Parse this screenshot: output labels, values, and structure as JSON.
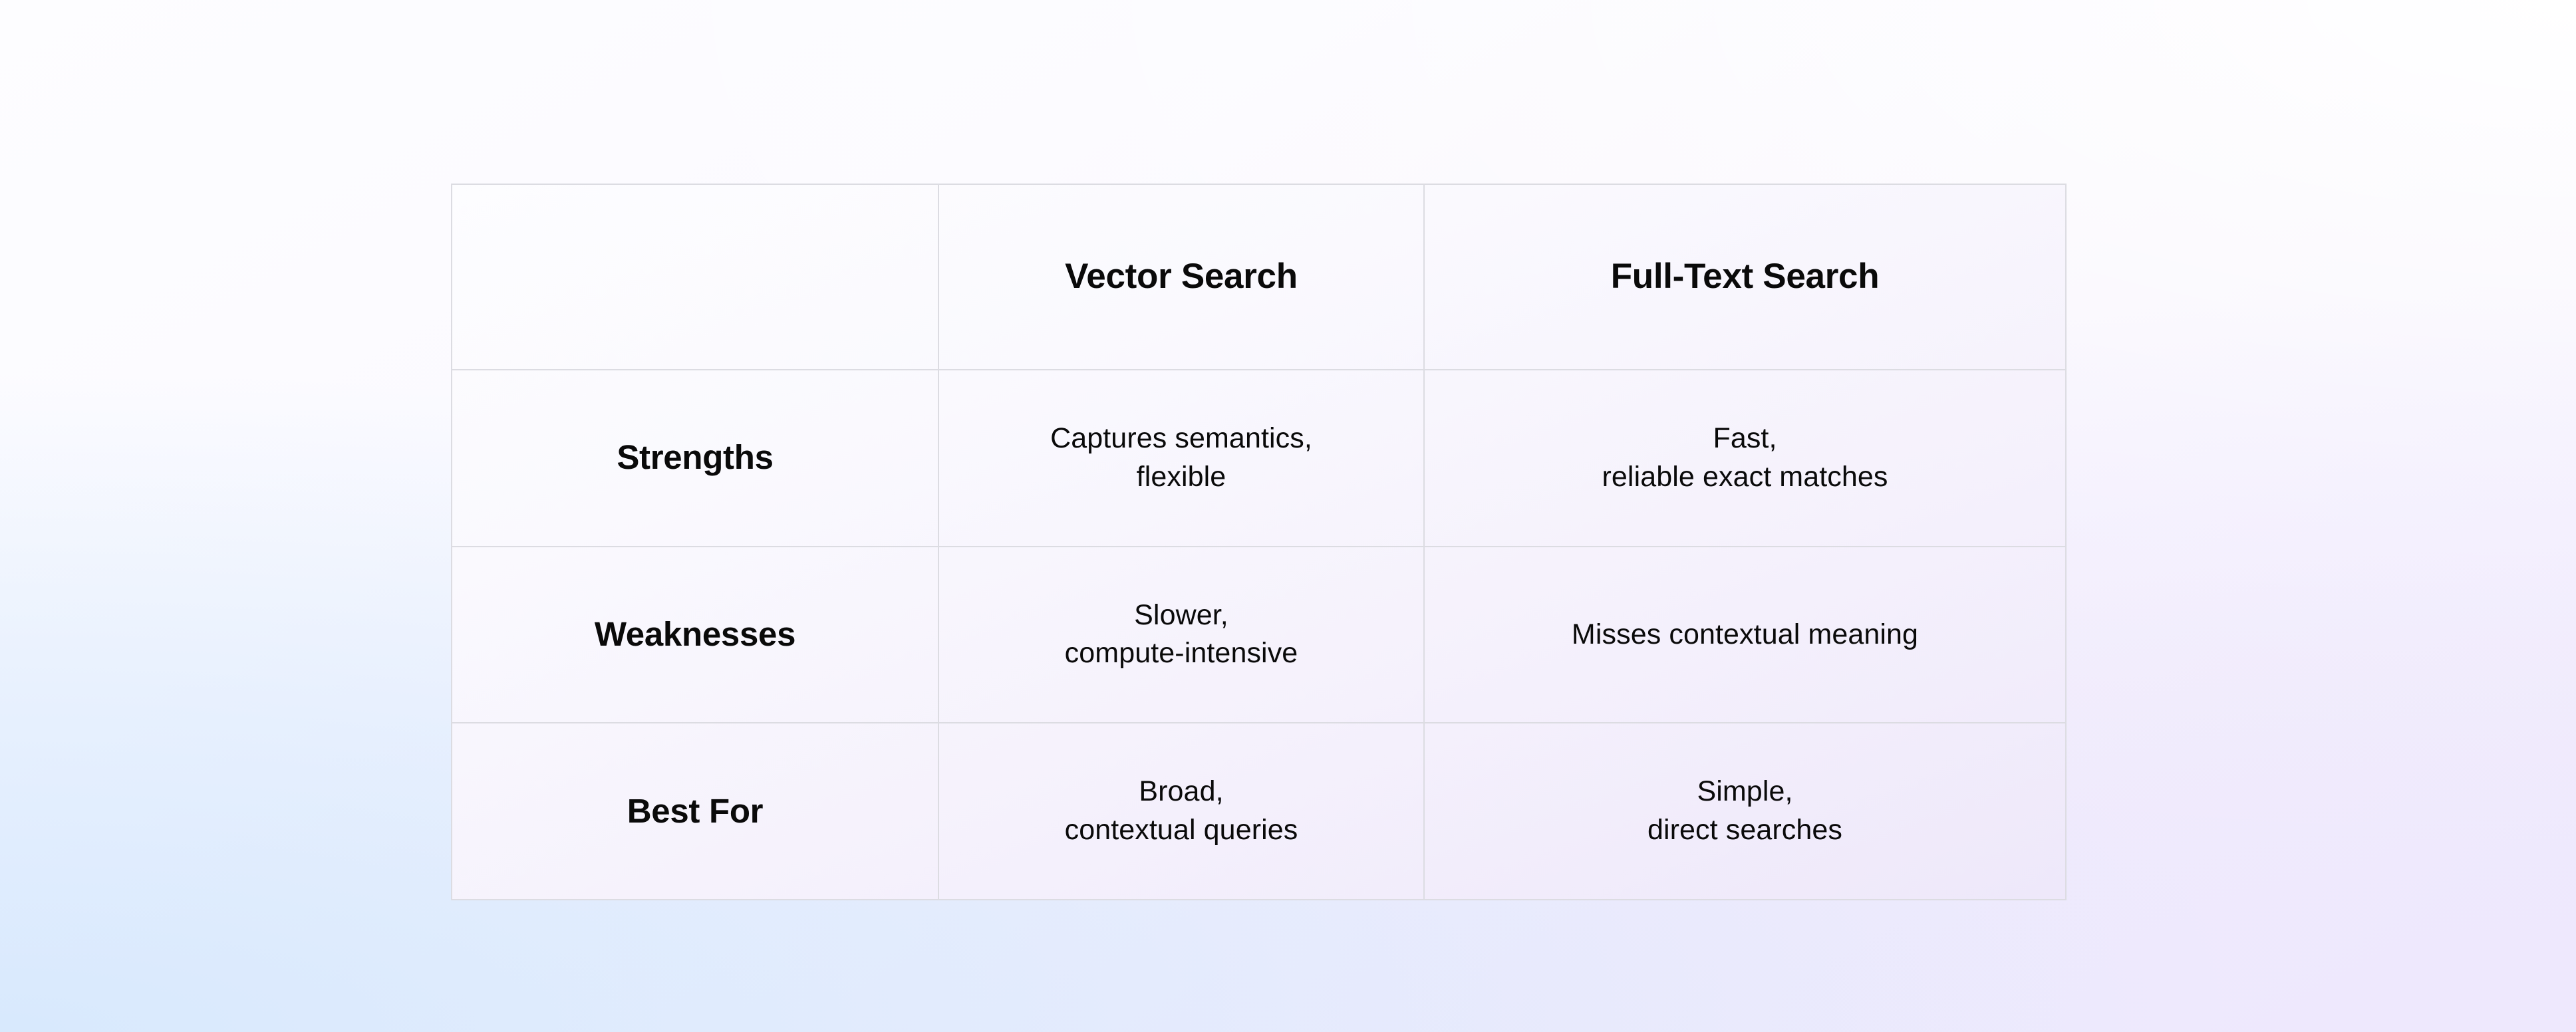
{
  "page": {
    "background_colors": {
      "top_left": "#fdfdff",
      "top_right": "#ffffff",
      "bottom_left": "#dbeafd",
      "bottom_right": "#f0eefc"
    }
  },
  "table": {
    "border_color": "#dcdce2",
    "text_color": "#0a0a0a",
    "corner_label": "",
    "column_headers": [
      "Vector Search",
      "Full-Text Search"
    ],
    "rows": [
      {
        "label": "Strengths",
        "vector_search": {
          "lines": [
            "Captures semantics,",
            "flexible"
          ]
        },
        "full_text_search": {
          "lines": [
            "Fast,",
            "reliable exact matches"
          ]
        }
      },
      {
        "label": "Weaknesses",
        "vector_search": {
          "lines": [
            "Slower,",
            "compute-intensive"
          ]
        },
        "full_text_search": {
          "lines": [
            "Misses contextual meaning"
          ]
        }
      },
      {
        "label": "Best For",
        "vector_search": {
          "lines": [
            "Broad,",
            "contextual queries"
          ]
        },
        "full_text_search": {
          "lines": [
            "Simple,",
            "direct searches"
          ]
        }
      }
    ]
  }
}
